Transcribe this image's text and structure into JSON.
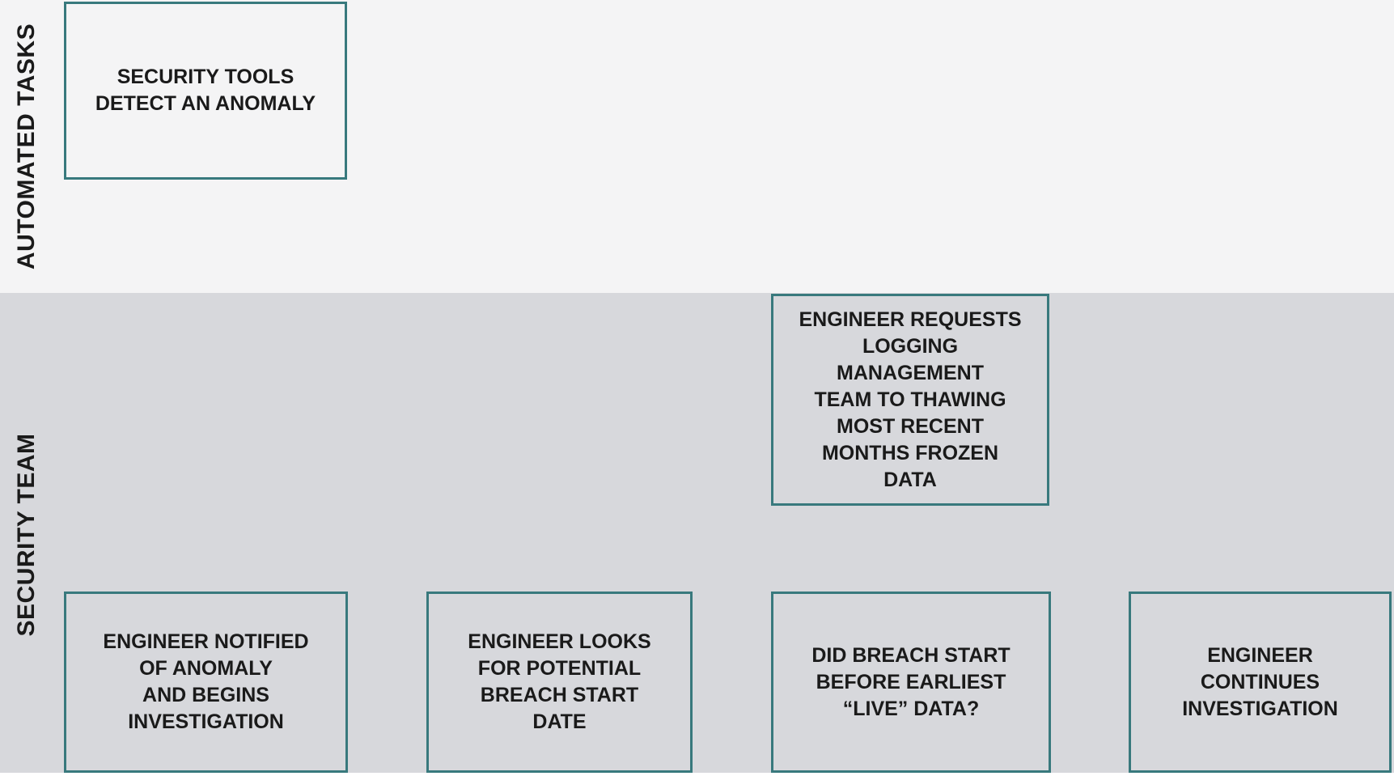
{
  "diagram": {
    "type": "swimlane-flowchart",
    "colors": {
      "page_bg": "#ffffff",
      "lane_top_bg": "#f4f4f5",
      "lane_bottom_bg": "#d7d8dc",
      "box_border": "#38797d",
      "text_color": "#1a1a1a"
    },
    "lanes": [
      {
        "id": "automated-tasks",
        "label": "AUTOMATED TASKS"
      },
      {
        "id": "security-team",
        "label": "SECURITY TEAM"
      }
    ],
    "nodes": [
      {
        "id": "security-tools-detect",
        "lane": "automated-tasks",
        "label": "SECURITY TOOLS\nDETECT AN ANOMALY"
      },
      {
        "id": "engineer-requests-thawing",
        "lane": "security-team",
        "label": "ENGINEER REQUESTS\nLOGGING\nMANAGEMENT\nTEAM TO THAWING\nMOST RECENT\nMONTHS FROZEN\nDATA"
      },
      {
        "id": "engineer-notified",
        "lane": "security-team",
        "label": "ENGINEER NOTIFIED\nOF ANOMALY\nAND BEGINS\nINVESTIGATION"
      },
      {
        "id": "engineer-looks-breach-date",
        "lane": "security-team",
        "label": "ENGINEER LOOKS\nFOR POTENTIAL\nBREACH START\nDATE"
      },
      {
        "id": "did-breach-start-before",
        "lane": "security-team",
        "label": "DID BREACH START\nBEFORE EARLIEST\n“LIVE” DATA?"
      },
      {
        "id": "engineer-continues",
        "lane": "security-team",
        "label": "ENGINEER\nCONTINUES\nINVESTIGATION"
      }
    ]
  }
}
